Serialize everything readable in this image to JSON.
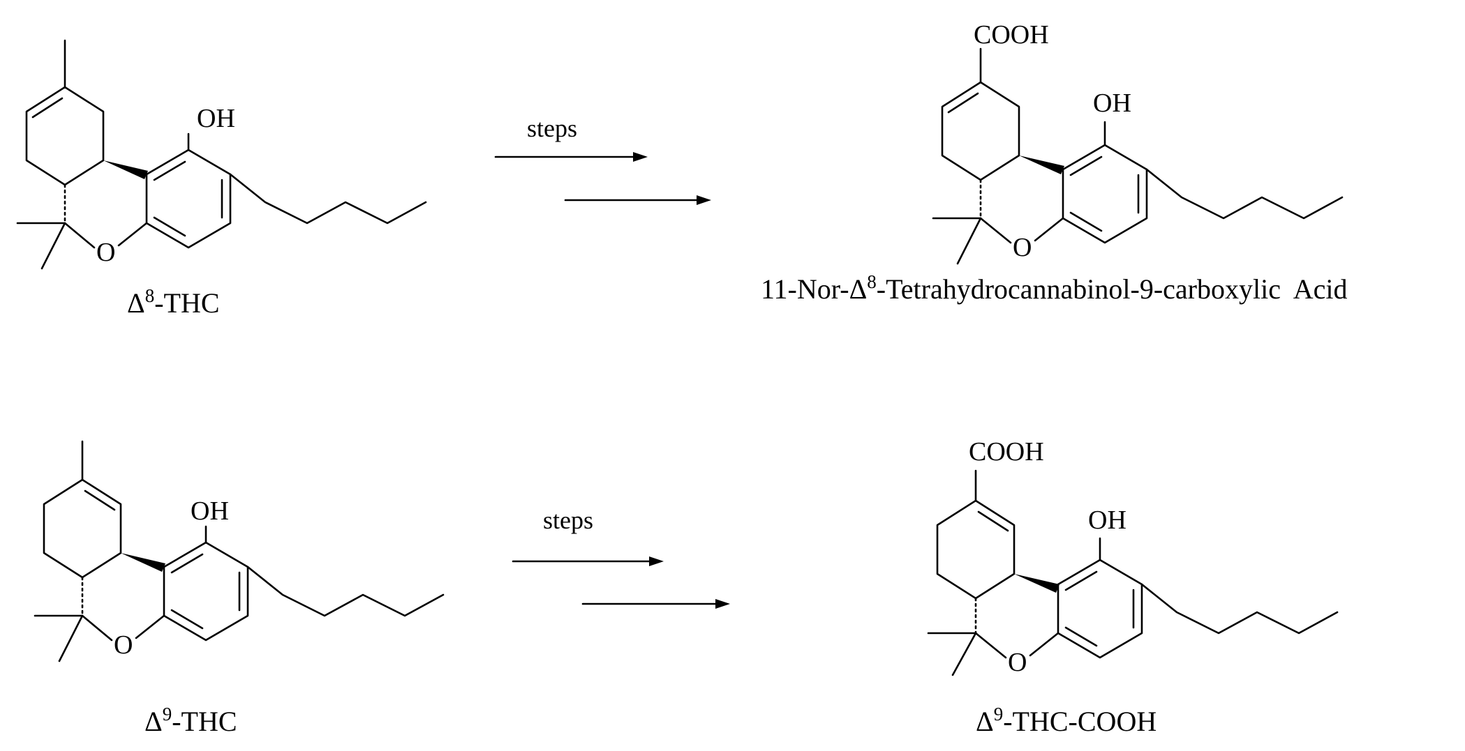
{
  "scheme": {
    "reaction_1": {
      "reactant": {
        "label": {
          "prefix": "Δ",
          "superscript": "8",
          "suffix": "-THC"
        },
        "atoms": {
          "hydroxyl": "OH",
          "ring_oxygen": "O"
        }
      },
      "conditions": "steps",
      "product": {
        "label": {
          "prefix": "11-Nor-Δ",
          "superscript": "8",
          "suffix": "-Tetrahydrocannabinol-9-carboxylic  Acid"
        },
        "atoms": {
          "acid": "COOH",
          "hydroxyl": "OH",
          "ring_oxygen": "O"
        }
      }
    },
    "reaction_2": {
      "reactant": {
        "label": {
          "prefix": "Δ",
          "superscript": "9",
          "suffix": "-THC"
        },
        "atoms": {
          "hydroxyl": "OH",
          "ring_oxygen": "O"
        }
      },
      "conditions": "steps",
      "product": {
        "label": {
          "prefix": "Δ",
          "superscript": "9",
          "suffix": "-THC-COOH"
        },
        "atoms": {
          "acid": "COOH",
          "hydroxyl": "OH",
          "ring_oxygen": "O"
        }
      }
    }
  }
}
